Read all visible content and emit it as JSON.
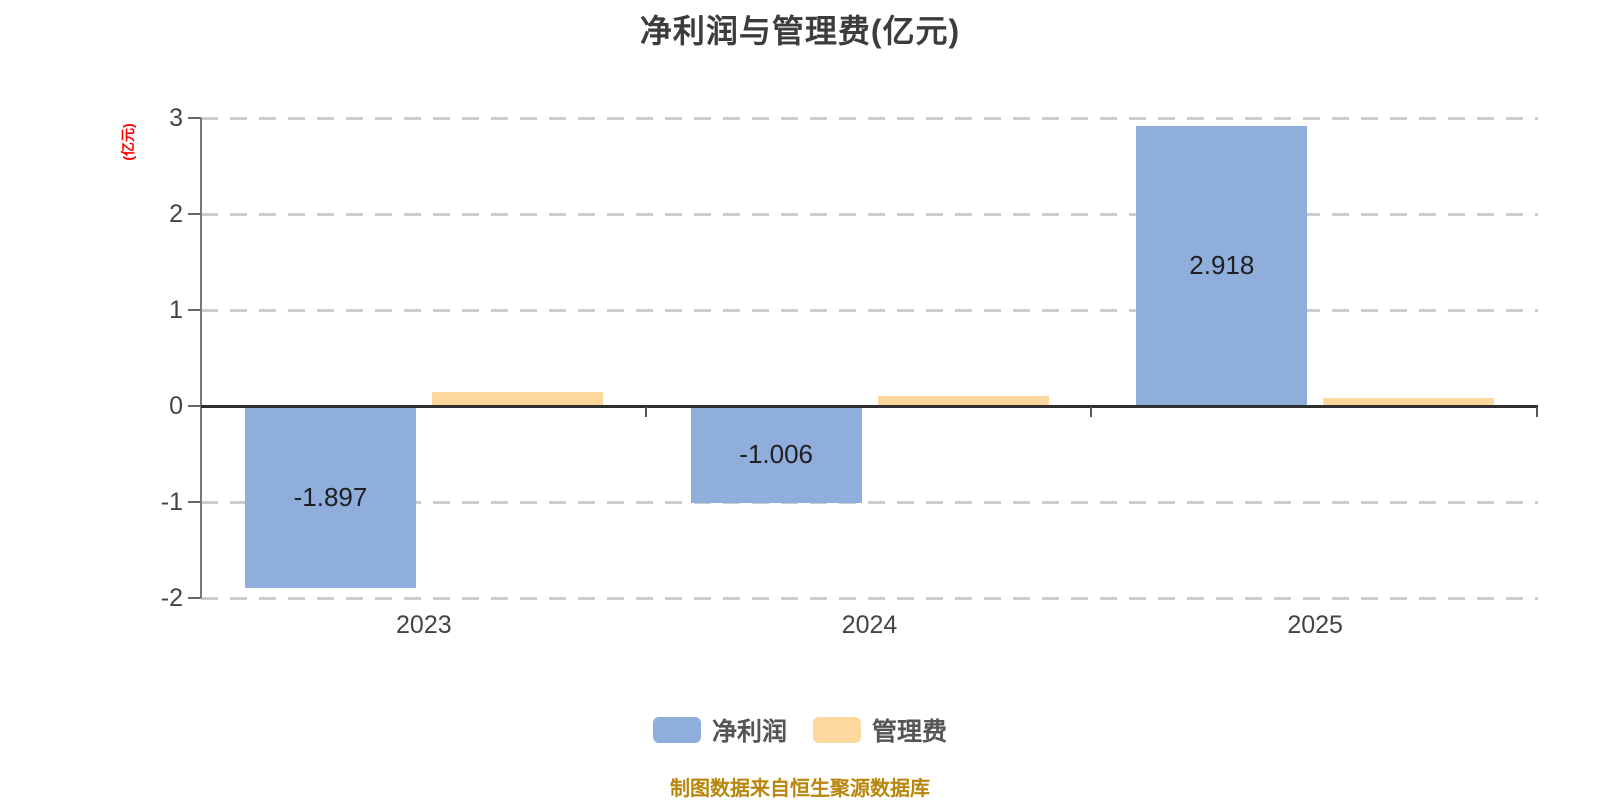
{
  "title": {
    "text": "净利润与管理费(亿元)"
  },
  "footer": {
    "source_note": "制图数据来自恒生聚源数据库"
  },
  "chart_data": {
    "type": "bar",
    "title": "净利润与管理费(亿元)",
    "ylabel": "(亿元)",
    "xlabel": "",
    "categories": [
      "2023",
      "2024",
      "2025"
    ],
    "series": [
      {
        "name": "净利润",
        "color": "#8FAEDC",
        "values": [
          -1.897,
          -1.006,
          2.918
        ],
        "data_labels": [
          "-1.897",
          "-1.006",
          "2.918"
        ],
        "show_labels": true
      },
      {
        "name": "管理费",
        "color": "#FCD79E",
        "values": [
          0.15,
          0.1,
          0.08
        ],
        "data_labels": null,
        "show_labels": false
      }
    ],
    "yticks": [
      3,
      2,
      1,
      0,
      -1,
      -2
    ],
    "ylim": [
      -2,
      3
    ],
    "grid": "dashed-horizontal",
    "legend_position": "bottom",
    "colors": {
      "background": "#FFFFFF",
      "grid_line": "#CCCCCC",
      "zero_line": "#2F2F2F",
      "axis_line": "#777777",
      "tick_text": "#444444",
      "title_text": "#3C3C3C",
      "value_label_text": "#1F1F1F",
      "legend_text": "#555555",
      "source_text": "#B8860B",
      "ylabel_text": "#FF0000"
    }
  }
}
